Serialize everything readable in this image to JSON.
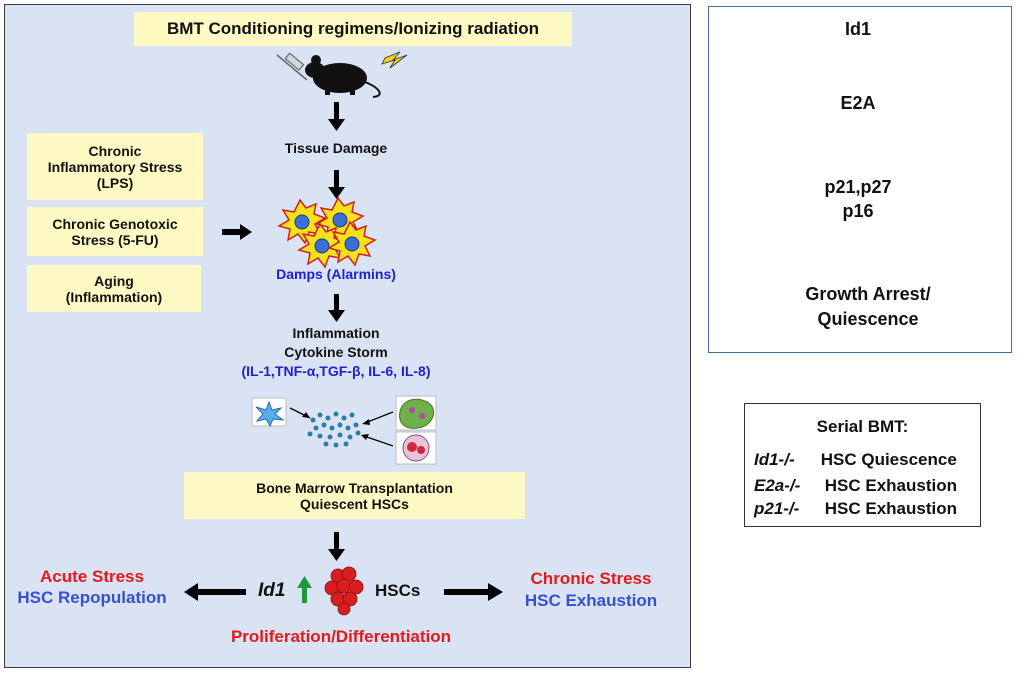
{
  "main": {
    "top_banner": "BMT Conditioning regimens/Ionizing radiation",
    "tissue_damage": "Tissue Damage",
    "damps": "Damps (Alarmins)",
    "left_boxes": [
      {
        "lines": [
          "Chronic",
          "Inflammatory  Stress",
          "(LPS)"
        ]
      },
      {
        "lines": [
          "Chronic Genotoxic",
          "Stress (5-FU)"
        ]
      },
      {
        "lines": [
          "Aging",
          "(Inflammation)"
        ]
      }
    ],
    "inflammation": [
      "Inflammation",
      "Cytokine Storm"
    ],
    "cytokines": "(IL-1,TNF-α,TGF-β, IL-6, IL-8)",
    "bmt_box": [
      "Bone Marrow Transplantation",
      "Quiescent HSCs"
    ],
    "id1": "Id1",
    "hscs": "HSCs",
    "acute": {
      "title": "Acute Stress",
      "sub": "HSC Repopulation"
    },
    "chronic": {
      "title": "Chronic Stress",
      "sub": "HSC Exhaustion"
    },
    "prolif": "Proliferation/Differentiation"
  },
  "pathway": {
    "id1": "Id1",
    "e2a": "E2A",
    "p21": "p21,p27",
    "p16": "p16",
    "arrest": [
      "Growth Arrest/",
      "Quiescence"
    ]
  },
  "serial": {
    "title": "Serial BMT:",
    "rows": [
      {
        "gene": "Id1-/-",
        "result": "HSC Quiescence"
      },
      {
        "gene": "E2a-/-",
        "result": "HSC Exhaustion"
      },
      {
        "gene": "p21-/-",
        "result": "HSC Exhaustion"
      }
    ]
  },
  "colors": {
    "panel_bg": "#dae3f3",
    "box_yellow": "#fff9c4",
    "red": "#e8191a",
    "blue": "#1f1fd6",
    "inhibit": "#e8401a",
    "up_arrow": "#1f9a3a"
  }
}
